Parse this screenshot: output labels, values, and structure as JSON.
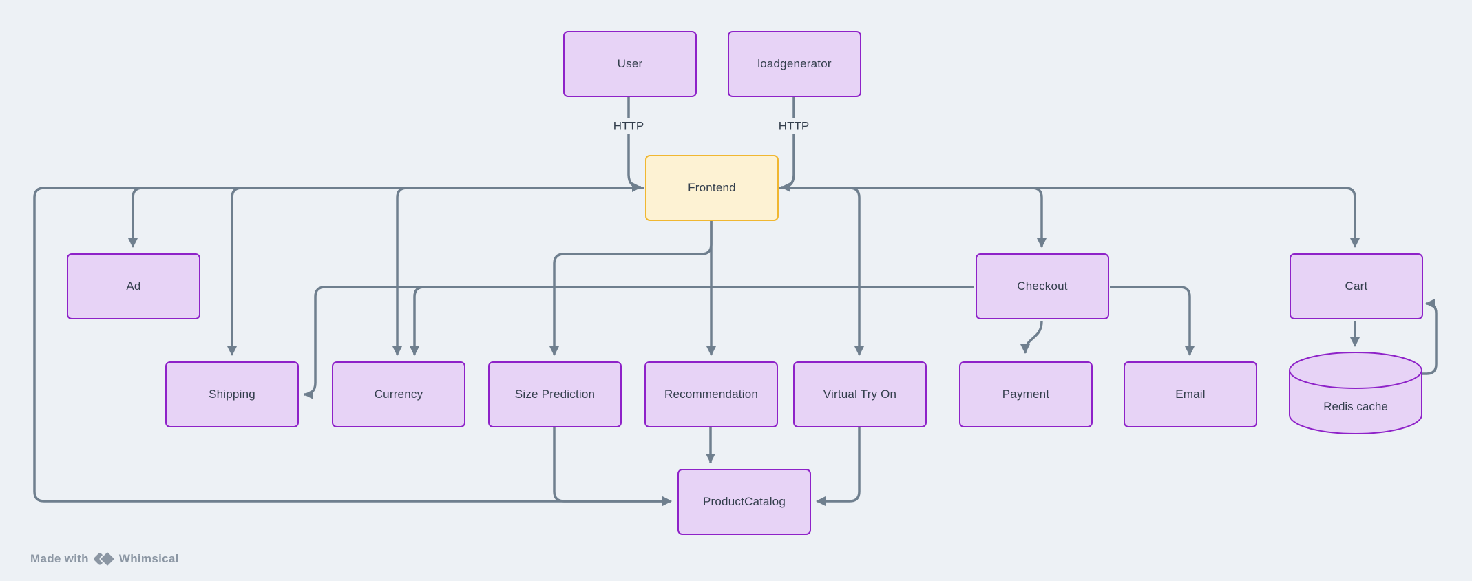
{
  "diagram": {
    "type": "architecture-flowchart",
    "tool_watermark": {
      "made_with": "Made with",
      "brand": "Whimsical"
    }
  },
  "colors": {
    "background": "#edf1f5",
    "node_fill": "#e7d3f6",
    "node_border": "#8e22c8",
    "frontend_fill": "#fdf2d3",
    "frontend_border": "#f0b731",
    "edge": "#6f7f8e",
    "text": "#333e4c",
    "watermark": "#8b96a3"
  },
  "nodes": {
    "user": {
      "label": "User",
      "shape": "rect"
    },
    "loadgenerator": {
      "label": "loadgenerator",
      "shape": "rect"
    },
    "frontend": {
      "label": "Frontend",
      "shape": "rect",
      "highlight": "yellow"
    },
    "ad": {
      "label": "Ad",
      "shape": "rect"
    },
    "checkout": {
      "label": "Checkout",
      "shape": "rect"
    },
    "cart": {
      "label": "Cart",
      "shape": "rect"
    },
    "shipping": {
      "label": "Shipping",
      "shape": "rect"
    },
    "currency": {
      "label": "Currency",
      "shape": "rect"
    },
    "size_prediction": {
      "label": "Size Prediction",
      "shape": "rect"
    },
    "recommendation": {
      "label": "Recommendation",
      "shape": "rect"
    },
    "virtual_try_on": {
      "label": "Virtual Try On",
      "shape": "rect"
    },
    "payment": {
      "label": "Payment",
      "shape": "rect"
    },
    "email": {
      "label": "Email",
      "shape": "rect"
    },
    "redis_cache": {
      "label": "Redis cache",
      "shape": "cylinder"
    },
    "product_catalog": {
      "label": "ProductCatalog",
      "shape": "rect"
    }
  },
  "edge_labels": {
    "user_frontend": "HTTP",
    "loadgenerator_frontend": "HTTP"
  },
  "edges": [
    {
      "from": "User",
      "to": "Frontend",
      "label": "HTTP"
    },
    {
      "from": "loadgenerator",
      "to": "Frontend",
      "label": "HTTP"
    },
    {
      "from": "Frontend",
      "to": "Ad"
    },
    {
      "from": "Frontend",
      "to": "Shipping"
    },
    {
      "from": "Frontend",
      "to": "Currency"
    },
    {
      "from": "Frontend",
      "to": "Size Prediction"
    },
    {
      "from": "Frontend",
      "to": "Recommendation"
    },
    {
      "from": "Frontend",
      "to": "Virtual Try On"
    },
    {
      "from": "Frontend",
      "to": "Checkout"
    },
    {
      "from": "Frontend",
      "to": "Cart"
    },
    {
      "from": "Frontend",
      "to": "ProductCatalog"
    },
    {
      "from": "Checkout",
      "to": "Payment"
    },
    {
      "from": "Checkout",
      "to": "Email"
    },
    {
      "from": "Checkout",
      "to": "Currency"
    },
    {
      "from": "Checkout",
      "to": "Shipping"
    },
    {
      "from": "Recommendation",
      "to": "ProductCatalog"
    },
    {
      "from": "Size Prediction",
      "to": "ProductCatalog"
    },
    {
      "from": "Virtual Try On",
      "to": "ProductCatalog"
    },
    {
      "from": "Cart",
      "to": "Redis cache"
    },
    {
      "from": "Redis cache",
      "to": "Cart"
    }
  ]
}
